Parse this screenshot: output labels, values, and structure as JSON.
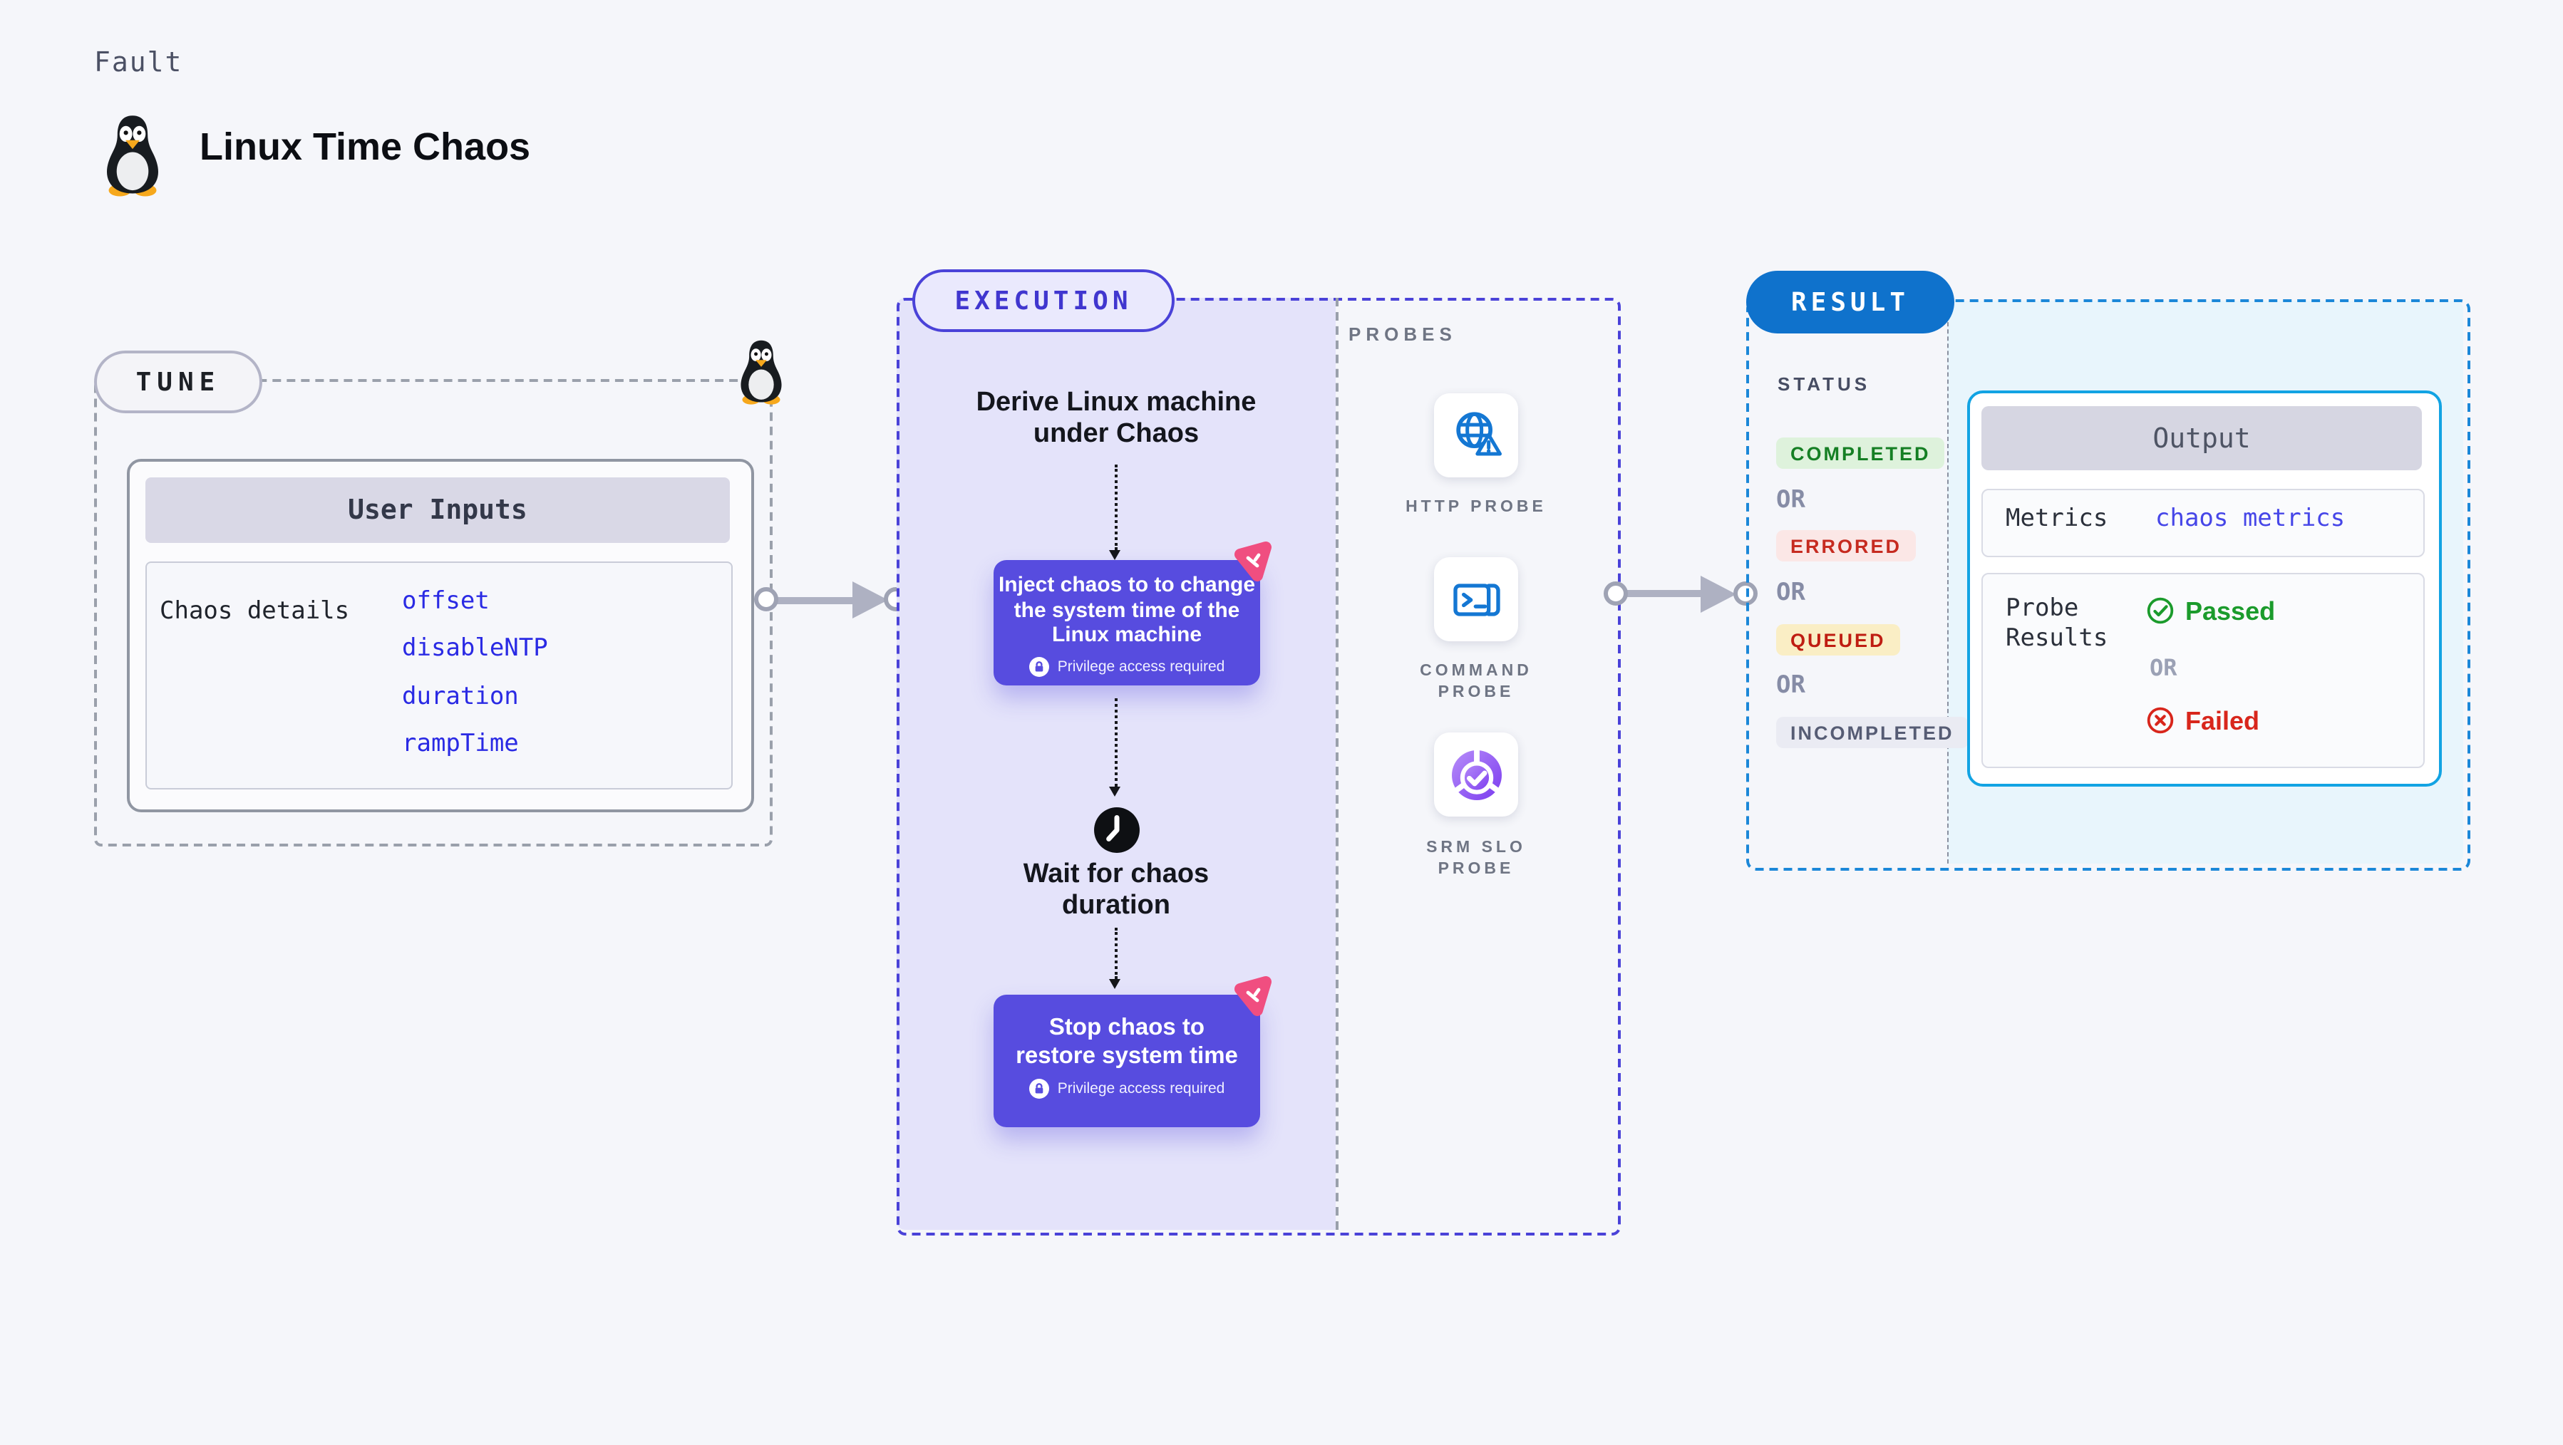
{
  "header": {
    "kicker": "Fault",
    "title": "Linux Time Chaos"
  },
  "colors": {
    "page_bg": "#f5f6fa",
    "tune_dash": "#9aa0ab",
    "execution_accent": "#4a42d8",
    "execution_bg": "#e4e3fa",
    "chaos_box": "#574cdf",
    "litmus_pink": "#f04e80",
    "result_accent": "#1b87d8",
    "result_pill": "#0f72cc",
    "result_bg": "#e8f5fc",
    "link_blue": "#2a2ae4",
    "probe_icon_blue": "#1477d3",
    "srm_purple": "#7a3bef",
    "passed_green": "#1b9b2c",
    "failed_red": "#d8261c",
    "completed_badge": "#def2dc",
    "errored_badge": "#fbe7e6",
    "queued_badge": "#faeec5",
    "incompleted_badge": "#eaebf3"
  },
  "icons": [
    "tux-penguin-icon",
    "clock-icon",
    "lock-icon",
    "litmus-chaos-icon",
    "globe-warning-icon",
    "terminal-icon",
    "slo-donut-check-icon",
    "check-circle-icon",
    "x-circle-icon",
    "arrow-right-icon"
  ],
  "tune": {
    "pill": "TUNE",
    "card_title": "User Inputs",
    "row_label": "Chaos details",
    "params": [
      "offset",
      "disableNTP",
      "duration",
      "rampTime"
    ]
  },
  "execution": {
    "pill": "EXECUTION",
    "derive_line1": "Derive Linux machine",
    "derive_line2": "under Chaos",
    "inject_line1": "Inject chaos to to change",
    "inject_line2": "the system time of the",
    "inject_line3": "Linux machine",
    "privilege": "Privilege access required",
    "wait_line1": "Wait for chaos",
    "wait_line2": "duration",
    "stop_line1": "Stop chaos to",
    "stop_line2": "restore system time"
  },
  "probes": {
    "section_label": "PROBES",
    "http_label": "HTTP PROBE",
    "command_label": "COMMAND PROBE",
    "srm_label": "SRM SLO PROBE"
  },
  "result": {
    "pill": "RESULT",
    "status_label": "STATUS",
    "or": "OR",
    "statuses": [
      {
        "label": "COMPLETED"
      },
      {
        "label": "ERRORED"
      },
      {
        "label": "QUEUED"
      },
      {
        "label": "INCOMPLETED"
      }
    ],
    "output": {
      "title": "Output",
      "metrics_label": "Metrics",
      "metrics_value": "chaos metrics",
      "probe_label": "Probe Results",
      "passed": "Passed",
      "or": "OR",
      "failed": "Failed"
    }
  }
}
